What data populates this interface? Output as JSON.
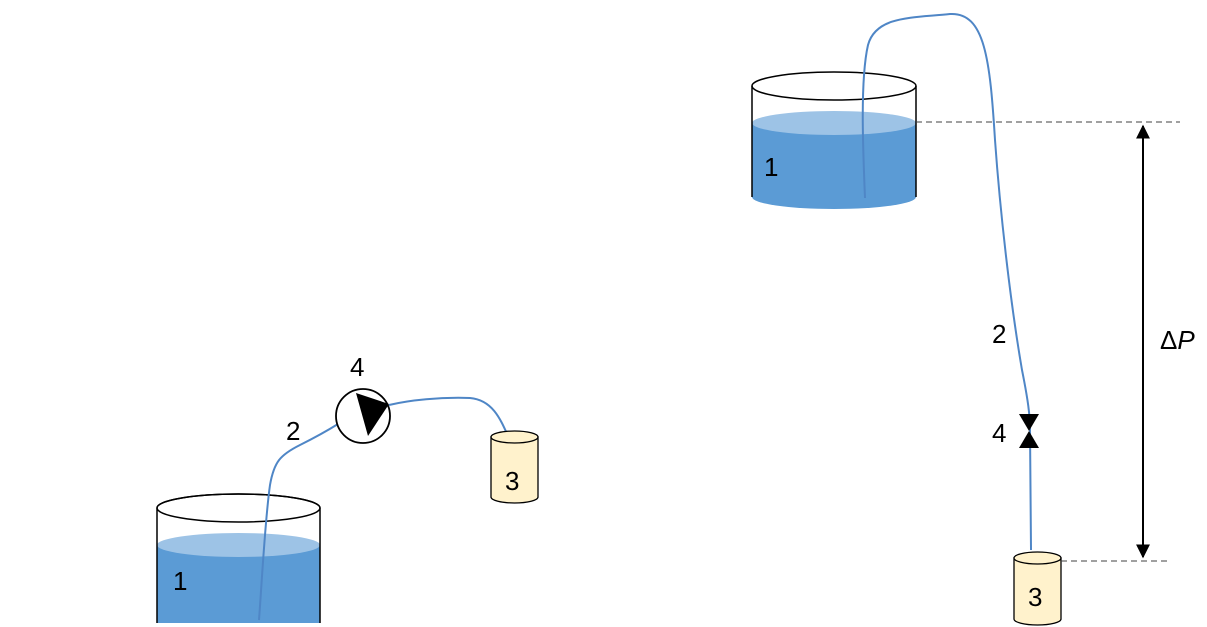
{
  "colors": {
    "water": "#5b9bd5",
    "water_surface": "#9dc3e6",
    "tube": "#4f86c6",
    "collector_fill": "#fff2cc",
    "outline": "#000000",
    "guide_line": "#404040"
  },
  "left_setup": {
    "reservoir_label": "1",
    "tube_label": "2",
    "collector_label": "3",
    "pump_label": "4",
    "pump_icon": "pump-icon"
  },
  "right_setup": {
    "reservoir_label": "1",
    "tube_label": "2",
    "collector_label": "3",
    "valve_label": "4",
    "valve_icon": "valve-icon",
    "pressure_delta_symbol": "Δ",
    "pressure_symbol": "P"
  }
}
